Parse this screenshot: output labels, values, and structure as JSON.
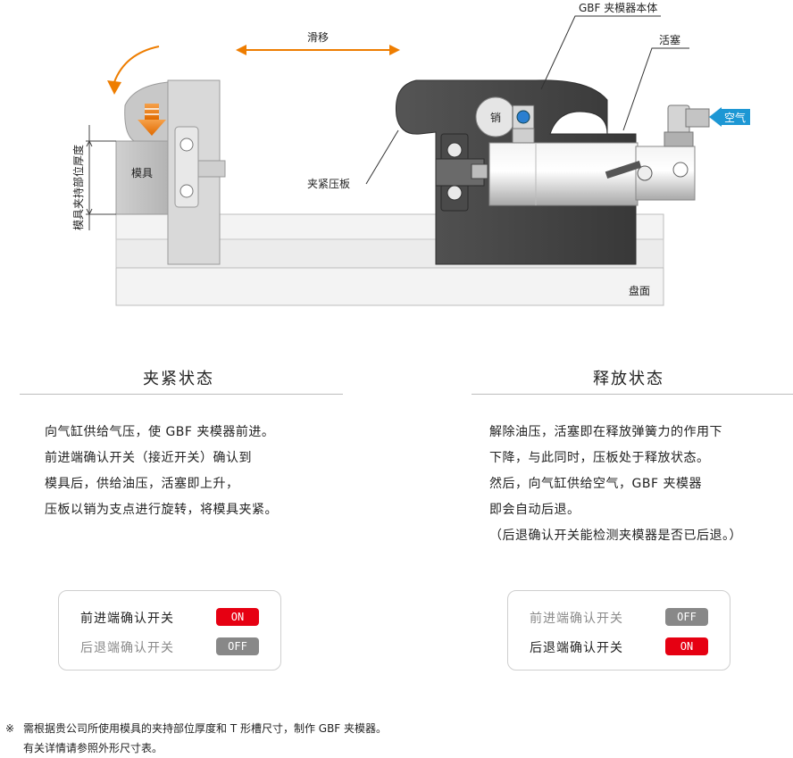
{
  "diagram": {
    "labels": {
      "slide": "滑移",
      "body": "GBF 夹模器本体",
      "piston": "活塞",
      "air": "空气",
      "pin": "销",
      "mold": "模具",
      "mold_thickness": "模具夹持部位厚度",
      "clamp_plate": "夹紧压板",
      "platen": "盘面"
    },
    "colors": {
      "accent_orange": "#ee7d00",
      "air_blue": "#1d97d4",
      "body_dark": "#3f3f3f"
    }
  },
  "sections": {
    "clamp": {
      "title": "夹紧状态",
      "lines": [
        "向气缸供给气压，使 GBF 夹模器前进。",
        "前进端确认开关（接近开关）确认到",
        "模具后，供给油压，活塞即上升，",
        "压板以销为支点进行旋转，将模具夹紧。"
      ],
      "switches": [
        {
          "label": "前进端确认开关",
          "state": "ON"
        },
        {
          "label": "后退端确认开关",
          "state": "OFF"
        }
      ]
    },
    "release": {
      "title": "释放状态",
      "lines": [
        "解除油压，活塞即在释放弹簧力的作用下",
        "下降，与此同时，压板处于释放状态。",
        "然后，向气缸供给空气，GBF 夹模器",
        "即会自动后退。",
        "（后退确认开关能检测夹模器是否已后退。）"
      ],
      "switches": [
        {
          "label": "前进端确认开关",
          "state": "OFF"
        },
        {
          "label": "后退端确认开关",
          "state": "ON"
        }
      ]
    }
  },
  "note": {
    "mark": "※",
    "line1": "需根据贵公司所使用模具的夹持部位厚度和 T 形槽尺寸，制作 GBF 夹模器。",
    "line2": "有关详情请参照外形尺寸表。"
  }
}
